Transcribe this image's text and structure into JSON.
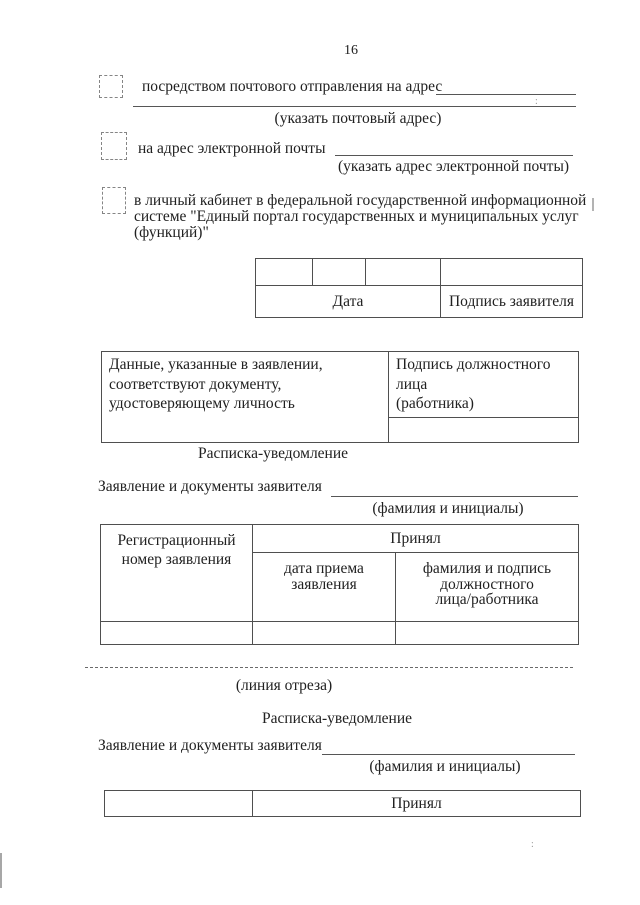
{
  "page": {
    "number": "16"
  },
  "colors": {
    "ink": "#212121",
    "table_border": "#4f4f4f",
    "fill_line": "#565656",
    "checkbox_border": "#858585",
    "background": "#ffffff"
  },
  "options": [
    {
      "label": "посредством почтового отправления на адрес",
      "hint": "(указать почтовый адрес)"
    },
    {
      "label": "на адрес электронной почты",
      "hint": "(указать адрес электронной почты)"
    },
    {
      "lines": [
        "в личный кабинет в федеральной государственной информационной",
        "системе \"Единый портал государственных и муниципальных услуг",
        "(функций)\""
      ]
    }
  ],
  "date_table": {
    "date_label": "Дата",
    "signature_label": "Подпись заявителя"
  },
  "verify_table": {
    "left_lines": [
      "Данные, указанные в заявлении,",
      "соответствуют документу,",
      "удостоверяющему личность"
    ],
    "right_lines": [
      "Подпись должностного лица",
      "(работника)"
    ]
  },
  "receipt1": {
    "title": "Расписка-уведомление",
    "field_label": "Заявление и документы заявителя",
    "field_hint": "(фамилия и инициалы)",
    "table": {
      "reg_lines": [
        "Регистрационный",
        "номер заявления"
      ],
      "accepted_header": "Принял",
      "date_col_lines": [
        "дата приема",
        "заявления"
      ],
      "official_col_lines": [
        "фамилия и подпись",
        "должностного",
        "лица/работника"
      ]
    }
  },
  "cut": {
    "label": "(линия отреза)"
  },
  "receipt2": {
    "title": "Расписка-уведомление",
    "field_label": "Заявление и документы заявителя",
    "field_hint": "(фамилия и инициалы)",
    "table": {
      "accepted_header": "Принял"
    }
  }
}
